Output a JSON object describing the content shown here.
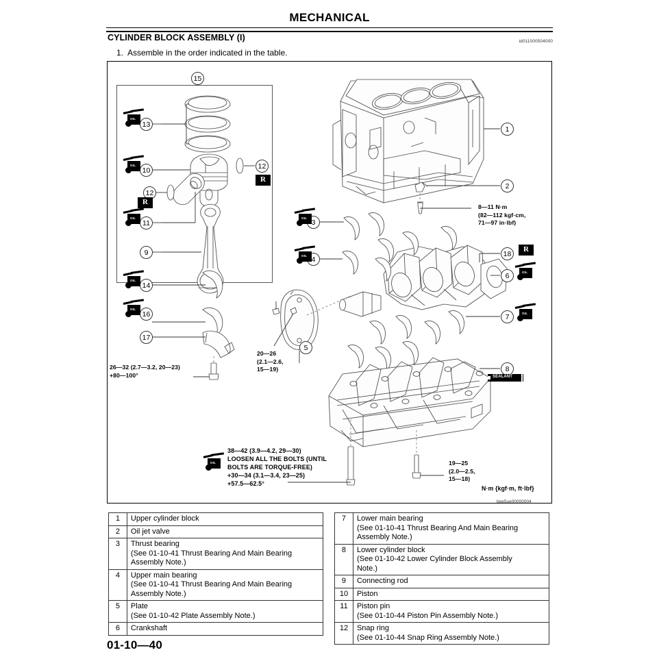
{
  "header": {
    "title": "MECHANICAL",
    "section_title": "CYLINDER BLOCK ASSEMBLY (I)",
    "doc_id": "id011000504000",
    "step_number": "1.",
    "step_text": "Assemble in the order indicated in the table."
  },
  "figure": {
    "figure_code": "bpe5ue00000004",
    "callouts": [
      {
        "id": "1",
        "label": "1"
      },
      {
        "id": "2",
        "label": "2"
      },
      {
        "id": "3",
        "label": "3"
      },
      {
        "id": "4",
        "label": "4"
      },
      {
        "id": "5",
        "label": "5"
      },
      {
        "id": "6",
        "label": "6"
      },
      {
        "id": "7",
        "label": "7"
      },
      {
        "id": "8",
        "label": "8"
      },
      {
        "id": "9",
        "label": "9"
      },
      {
        "id": "10",
        "label": "10"
      },
      {
        "id": "11",
        "label": "11"
      },
      {
        "id": "12a",
        "label": "12"
      },
      {
        "id": "12b",
        "label": "12"
      },
      {
        "id": "13",
        "label": "13"
      },
      {
        "id": "14",
        "label": "14"
      },
      {
        "id": "15",
        "label": "15"
      },
      {
        "id": "16",
        "label": "16"
      },
      {
        "id": "17",
        "label": "17"
      },
      {
        "id": "18",
        "label": "18"
      }
    ],
    "badges": {
      "r_badge": "R",
      "sealant_badge": "SEALANT",
      "oil_icon_label": "OIL"
    },
    "notes": {
      "oil_jet_torque": "8—11 N·m\n(82—112 kgf·cm,\n71—97 in·lbf)",
      "plate_torque": "20—26\n(2.1—2.6,\n15—19)",
      "conrod_cap_torque": "26—32 (2.7—3.2, 20—23)\n+80—100°",
      "main_bolt_torque": "38—42 (3.9—4.2, 29—30)\nLOOSEN ALL THE BOLTS (UNTIL\nBOLTS ARE TORQUE-FREE)\n+30—34 (3.1—3.4, 23—25)\n+57.5—62.5°",
      "lower_block_side_torque": "19—25\n(2.0—2.5,\n15—18)",
      "units": "N·m {kgf·m, ft·lbf}"
    }
  },
  "parts_table": {
    "left": [
      {
        "no": "1",
        "name": "Upper cylinder block"
      },
      {
        "no": "2",
        "name": "Oil jet valve"
      },
      {
        "no": "3",
        "name": "Thrust bearing\n(See 01-10-41 Thrust Bearing And Main Bearing\nAssembly Note.)"
      },
      {
        "no": "4",
        "name": "Upper main bearing\n(See 01-10-41 Thrust Bearing And Main Bearing\nAssembly Note.)"
      },
      {
        "no": "5",
        "name": "Plate\n(See 01-10-42 Plate Assembly Note.)"
      },
      {
        "no": "6",
        "name": "Crankshaft"
      }
    ],
    "right": [
      {
        "no": "7",
        "name": "Lower main bearing\n(See 01-10-41 Thrust Bearing And Main Bearing\nAssembly Note.)"
      },
      {
        "no": "8",
        "name": "Lower cylinder block\n(See 01-10-42 Lower Cylinder Block Assembly\nNote.)"
      },
      {
        "no": "9",
        "name": "Connecting rod"
      },
      {
        "no": "10",
        "name": "Piston"
      },
      {
        "no": "11",
        "name": "Piston pin\n(See 01-10-44 Piston Pin Assembly Note.)"
      },
      {
        "no": "12",
        "name": "Snap ring\n(See 01-10-44 Snap Ring Assembly Note.)"
      }
    ]
  },
  "footer": {
    "page_number": "01-10—40"
  },
  "colors": {
    "text": "#000000",
    "line": "#333333",
    "badge_bg": "#000000"
  }
}
